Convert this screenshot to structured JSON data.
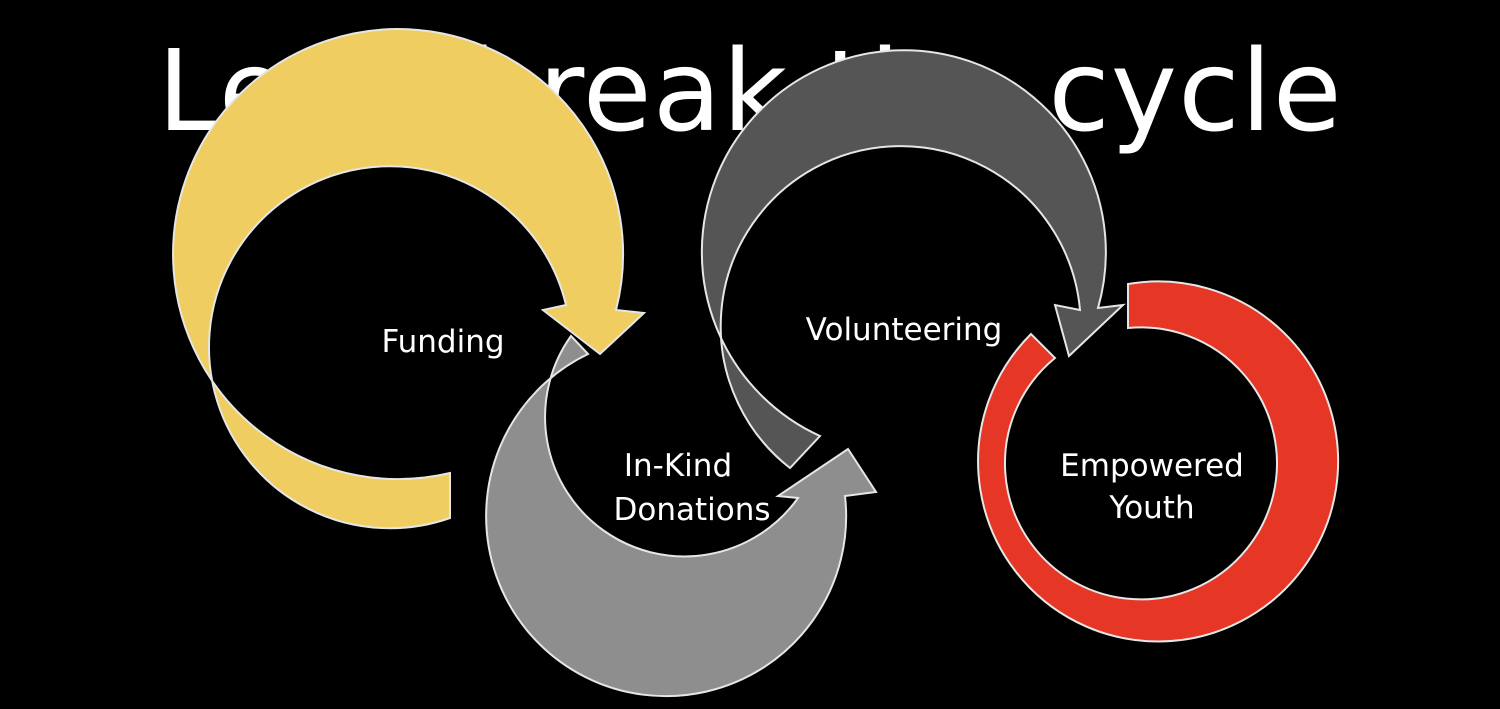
{
  "title": "Let’s break the cycle",
  "steps": [
    {
      "lines": [
        "Funding"
      ],
      "color": "#efcd60"
    },
    {
      "lines": [
        "In-Kind",
        "Donations"
      ],
      "color": "#8e8e8e"
    },
    {
      "lines": [
        "Volunteering"
      ],
      "color": "#555555"
    },
    {
      "lines": [
        "Empowered",
        "Youth"
      ],
      "color": "#e53626"
    }
  ],
  "colors": {
    "background": "#000000",
    "outline": "#e6e6e6",
    "text": "#ffffff"
  }
}
